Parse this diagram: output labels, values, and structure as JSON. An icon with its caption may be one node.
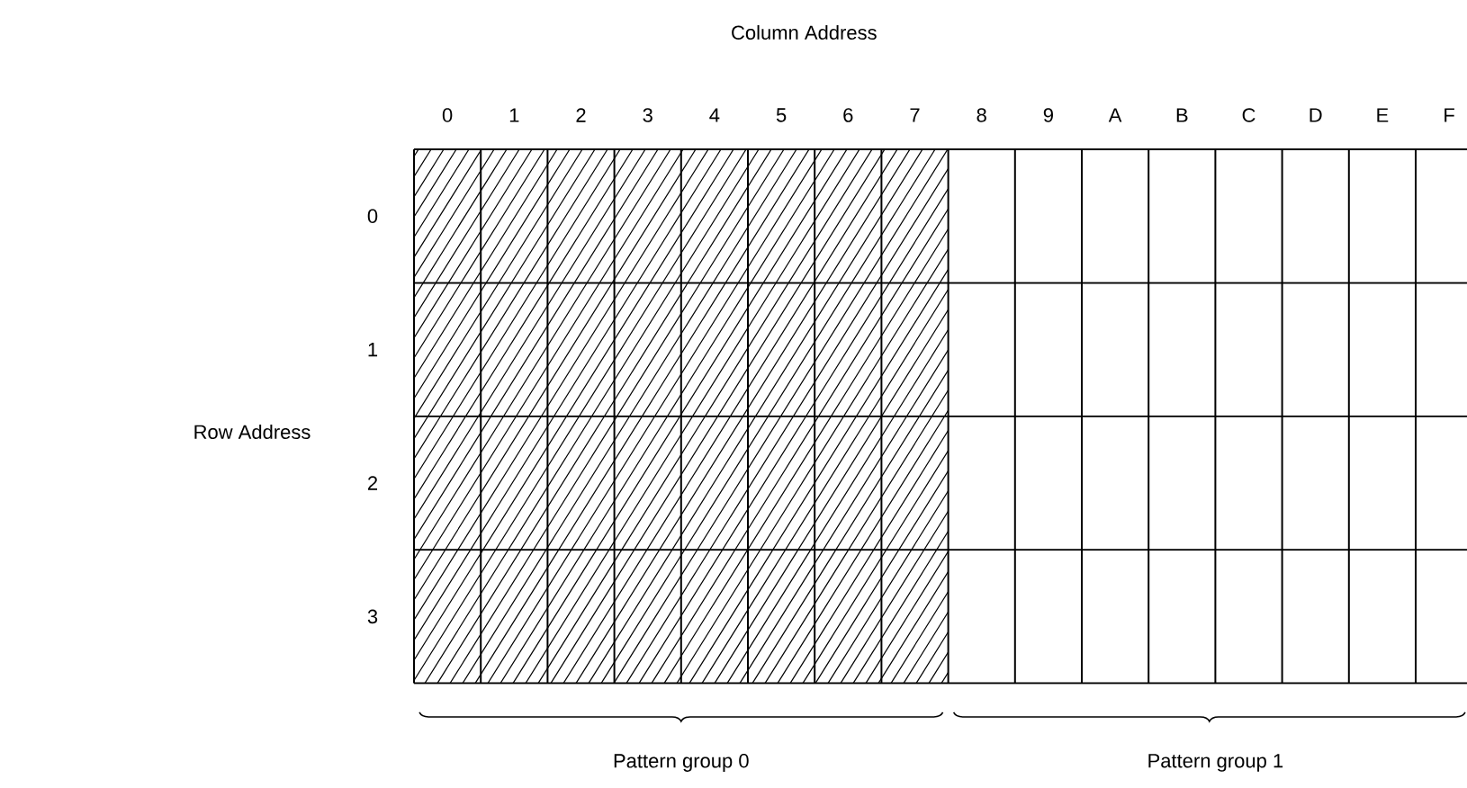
{
  "diagram": {
    "labels": [
      "Column Address",
      "0",
      "1",
      "2",
      "3",
      "4",
      "5",
      "6",
      "7",
      "8",
      "9",
      "A",
      "B",
      "C",
      "D",
      "E",
      "F",
      "Row Address",
      "0",
      "1",
      "2",
      "3",
      "Pattern group 0",
      "Pattern group 1"
    ]
  }
}
